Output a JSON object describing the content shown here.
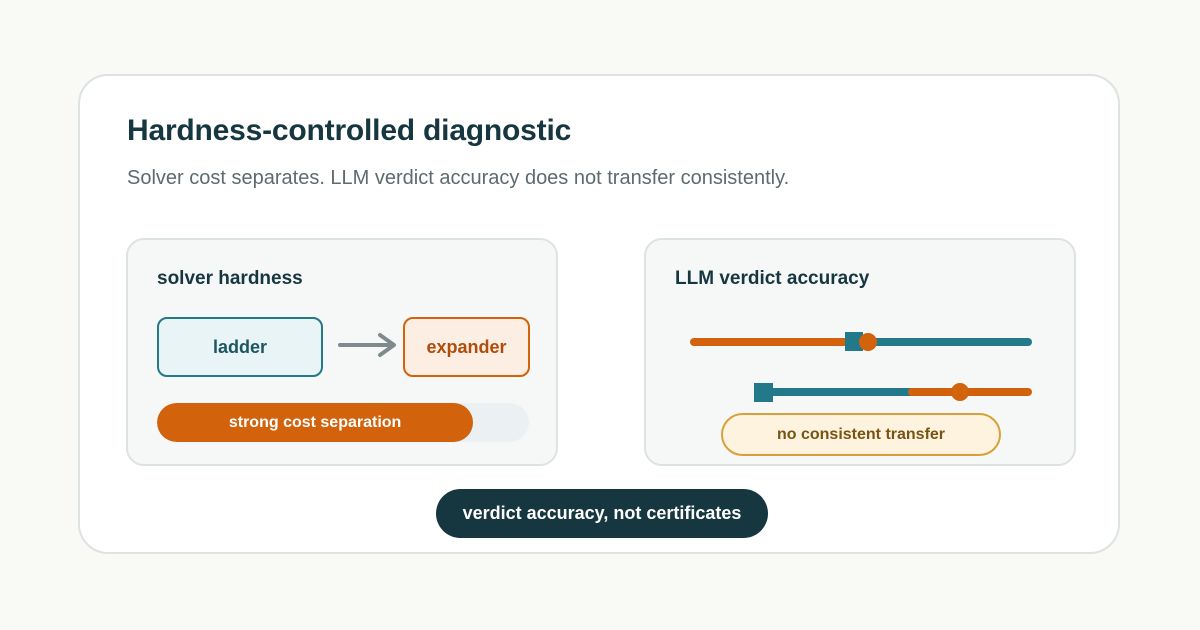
{
  "header": {
    "title": "Hardness-controlled diagnostic",
    "subtitle": "Solver cost separates. LLM verdict accuracy does not transfer consistently."
  },
  "solver_panel": {
    "heading": "solver hardness",
    "from_node": "ladder",
    "to_node": "expander",
    "bar_label": "strong cost separation",
    "bar_fraction": 0.85
  },
  "verdict_panel": {
    "heading": "LLM verdict accuracy",
    "status_label": "no consistent transfer"
  },
  "footer": {
    "label": "verdict accuracy, not certificates"
  },
  "colors": {
    "accent_orange": "#d3620c",
    "accent_teal": "#22798a",
    "dark": "#163640",
    "warn_border": "#d9a03a"
  }
}
